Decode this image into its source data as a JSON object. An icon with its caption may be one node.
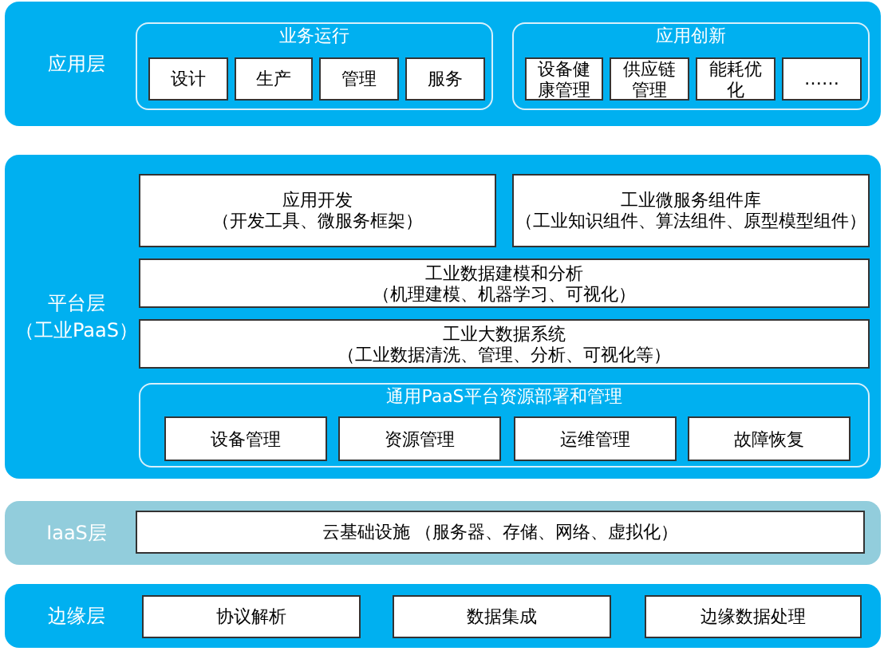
{
  "diagram": {
    "nodes": [
      {
        "text": [
          "应用层"
        ]
      },
      {
        "text": [
          "业务运行"
        ],
        "in": 0
      },
      {
        "text": [
          "设计"
        ],
        "in": 1
      },
      {
        "text": [
          "生产"
        ],
        "in": 1
      },
      {
        "text": [
          "管理"
        ],
        "in": 1
      },
      {
        "text": [
          "服务"
        ],
        "in": 1
      },
      {
        "text": [
          "应用创新"
        ],
        "in": 0
      },
      {
        "text": [
          "设备健康管理"
        ],
        "in": 6
      },
      {
        "text": [
          "供应链管理"
        ],
        "in": 6
      },
      {
        "text": [
          "能耗优化"
        ],
        "in": 6
      },
      {
        "text": [
          "……"
        ],
        "in": 6
      },
      {
        "text": [
          "平台层",
          "（工业PaaS）"
        ]
      },
      {
        "text": [
          "应用开发",
          "（开发工具、微服务框架）"
        ],
        "in": 11
      },
      {
        "text": [
          "工业微服务组件库",
          "（工业知识组件、算法组件、原型模型组件）"
        ],
        "in": 11
      },
      {
        "text": [
          "工业数据建模和分析",
          "（机理建模、机器学习、可视化）"
        ],
        "in": 11
      },
      {
        "text": [
          "工业大数据系统",
          "（工业数据清洗、管理、分析、可视化等）"
        ],
        "in": 11
      },
      {
        "text": [
          "通用PaaS平台资源部署和管理"
        ],
        "in": 11
      },
      {
        "text": [
          "设备管理"
        ],
        "in": 16
      },
      {
        "text": [
          "资源管理"
        ],
        "in": 16
      },
      {
        "text": [
          "运维管理"
        ],
        "in": 16
      },
      {
        "text": [
          "故障恢复"
        ],
        "in": 16
      },
      {
        "text": [
          "IaaS层"
        ]
      },
      {
        "text": [
          "云基础设施 （服务器、存储、网络、虚拟化）"
        ],
        "in": 21
      },
      {
        "text": [
          "边缘层"
        ]
      },
      {
        "text": [
          "协议解析"
        ],
        "in": 23
      },
      {
        "text": [
          "数据集成"
        ],
        "in": 23
      },
      {
        "text": [
          "边缘数据处理"
        ],
        "in": 23
      }
    ]
  }
}
